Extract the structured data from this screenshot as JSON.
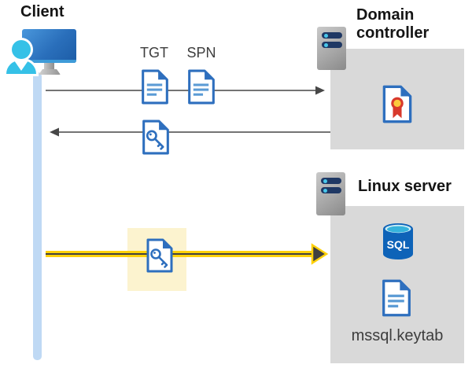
{
  "diagram": {
    "client": {
      "label": "Client"
    },
    "domain_controller": {
      "label_line1": "Domain",
      "label_line2": "controller"
    },
    "linux_server": {
      "label": "Linux server"
    },
    "tickets": {
      "tgt": "TGT",
      "spn": "SPN"
    },
    "keytab_label": "mssql.keytab",
    "sql_label": "SQL"
  },
  "colors": {
    "doc_blue": "#2e6fbe",
    "doc_line_blue": "#5b9bd5",
    "zone_gray": "#d9d9d9",
    "highlight_yellow": "#fcf3cf",
    "arrow_yellow": "#ffd10a",
    "arrow_dark": "#474747",
    "client_bar_blue": "#bfd9f4",
    "server_bar_navy": "#1f3864",
    "accent_cyan": "#49c7ea",
    "sql_blue": "#0e63b8",
    "cert_red": "#d8392c",
    "cert_gold": "#fcca3d",
    "person_cyan": "#35c1e7"
  }
}
